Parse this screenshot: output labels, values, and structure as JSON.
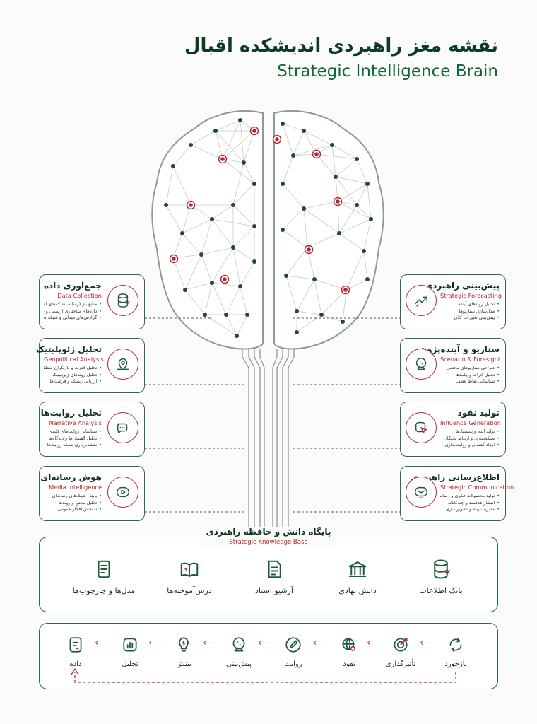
{
  "header": {
    "title_fa": "نقشه مغز راهبردی اندیشکده اقبال",
    "title_en": "Strategic Intelligence Brain"
  },
  "left_cards": [
    {
      "title": "جمع‌آوری داده",
      "subtitle": "Data Collection",
      "icon": "database-icon",
      "items": [
        "منابع باز (رسانه، شبکه‌های اجتماعی)",
        "داده‌های ساختاری (رسمی و خصوصی)",
        "گزارش‌های میدانی و شبکه نخبگان"
      ]
    },
    {
      "title": "تحلیل ژئوپلیتیک",
      "subtitle": "Geopolitical Analysis",
      "icon": "map-pin-icon",
      "items": [
        "تحلیل قدرت و بازیگران منطقه‌ای",
        "تحلیل روندهای ژئوپلیتیک",
        "ارزیابی ریسک و فرصت‌ها"
      ]
    },
    {
      "title": "تحلیل روایت‌ها",
      "subtitle": "Narrative Analysis",
      "icon": "chat-bubbles-icon",
      "items": [
        "شناسایی روایت‌های کلیدی",
        "تحلیل گفتمان‌ها و دیدگاه‌ها",
        "نقشه‌برداری شبکه روایت‌ها"
      ]
    },
    {
      "title": "هوش رسانه‌ای",
      "subtitle": "Media Intelligence",
      "icon": "media-play-icon",
      "items": [
        "پایش شبکه‌های رسانه‌ای",
        "تحلیل محتوا و روندها",
        "سنجش افکار عمومی"
      ]
    }
  ],
  "right_cards": [
    {
      "title": "پیش‌بینی راهبردی",
      "subtitle": "Strategic Forecasting",
      "icon": "trend-up-icon",
      "items": [
        "تحلیل روندهای آینده",
        "مدل‌سازی سناریوها",
        "پیش‌بینی تغییرات کلان"
      ]
    },
    {
      "title": "سناریو و آینده‌پژوهی",
      "subtitle": "Scenario & Foresight",
      "icon": "crystal-ball-icon",
      "items": [
        "طراحی سناریوهای محتمل",
        "تحلیل اثرات و پیامدها",
        "شناسایی نقاط عطف"
      ]
    },
    {
      "title": "تولید نفوذ",
      "subtitle": "Influence Generation",
      "icon": "influence-cursor-icon",
      "items": [
        "تولید ایده و پیشنهادها",
        "شبکه‌سازی و ارتباط نخبگان",
        "ایجاد گفتمان و روایت‌سازی"
      ]
    },
    {
      "title": "اطلاع‌رسانی راهبردی",
      "subtitle": "Strategic Communication",
      "icon": "message-send-icon",
      "items": [
        "تولید محصولات فکری و رسانه‌ای",
        "انتشار هدفمند و چندکاناله",
        "مدیریت پیام و تصویرسازی"
      ]
    }
  ],
  "knowledge_base": {
    "title_fa": "پایگاه دانش و حافظه راهبردی",
    "title_en": "Strategic Knowledge Base",
    "items": [
      {
        "label": "بانک اطلاعات",
        "icon": "database-icon"
      },
      {
        "label": "دانش نهادی",
        "icon": "institution-icon"
      },
      {
        "label": "آرشیو اسناد",
        "icon": "document-archive-icon"
      },
      {
        "label": "درس‌آموخته‌ها",
        "icon": "open-book-icon"
      },
      {
        "label": "مدل‌ها و چارچوب‌ها",
        "icon": "framework-device-icon"
      }
    ]
  },
  "flow": {
    "steps": [
      {
        "label": "بازخورد",
        "icon": "feedback-cycle-icon"
      },
      {
        "label": "تأثیرگذاری",
        "icon": "target-icon"
      },
      {
        "label": "نفوذ",
        "icon": "globe-search-icon"
      },
      {
        "label": "روایت",
        "icon": "pen-icon"
      },
      {
        "label": "پیش‌بینی",
        "icon": "crystal-ball-icon"
      },
      {
        "label": "بینش",
        "icon": "lightbulb-icon"
      },
      {
        "label": "تحلیل",
        "icon": "bar-chart-icon"
      },
      {
        "label": "داده",
        "icon": "data-doc-icon"
      }
    ]
  },
  "colors": {
    "green": "#1e5a3b",
    "accent_red": "#b3262f",
    "brain_node": "#1f4a33"
  }
}
